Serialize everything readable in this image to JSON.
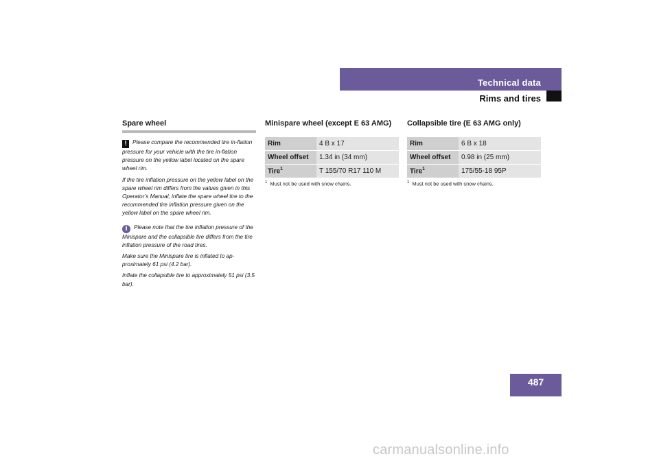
{
  "header": {
    "section": "Technical data",
    "subsection": "Rims and tires",
    "page_number": "487"
  },
  "spare_wheel": {
    "title": "Spare wheel",
    "warning_paragraphs": [
      "Please compare the recommended tire in-flation pressure for your vehicle with the tire in-flation pressure on the yellow label located on the spare wheel rim.",
      "If the tire inflation pressure on the yellow label on the spare wheel rim differs from the values given in this Operator’s Manual, inflate the spare wheel tire to the recommended tire inflation pressure given on the yellow label on the spare wheel rim."
    ],
    "info_paragraphs": [
      "Please note that the tire inflation pressure of the Minispare and the collapsible tire differs from the tire inflation pressure of the road tires.",
      "Make sure the Minispare tire is inflated to ap-proximately 61 psi (4.2 bar).",
      "Inflate the collapsible tire to approximately 51 psi (3.5 bar)."
    ]
  },
  "minispare": {
    "title": "Minispare wheel (except E 63 AMG)",
    "rows": [
      {
        "label": "Rim",
        "value": "4 B x 17"
      },
      {
        "label": "Wheel offset",
        "value": "1.34 in (34 mm)"
      },
      {
        "label": "Tire",
        "value": "T 155/70 R17 110 M"
      }
    ],
    "footnote_mark": "1",
    "footnote": "Must not be used with snow chains."
  },
  "collapsible": {
    "title": "Collapsible tire (E 63 AMG only)",
    "rows": [
      {
        "label": "Rim",
        "value": "6 B x 18"
      },
      {
        "label": "Wheel offset",
        "value": "0.98 in (25 mm)"
      },
      {
        "label": "Tire",
        "value": "175/55-18 95P"
      }
    ],
    "footnote_mark": "1",
    "footnote": "Must not be used with snow chains."
  },
  "icons": {
    "warning": "exclamation-icon",
    "info": "info-icon"
  },
  "watermark": "carmanualsonline.info"
}
